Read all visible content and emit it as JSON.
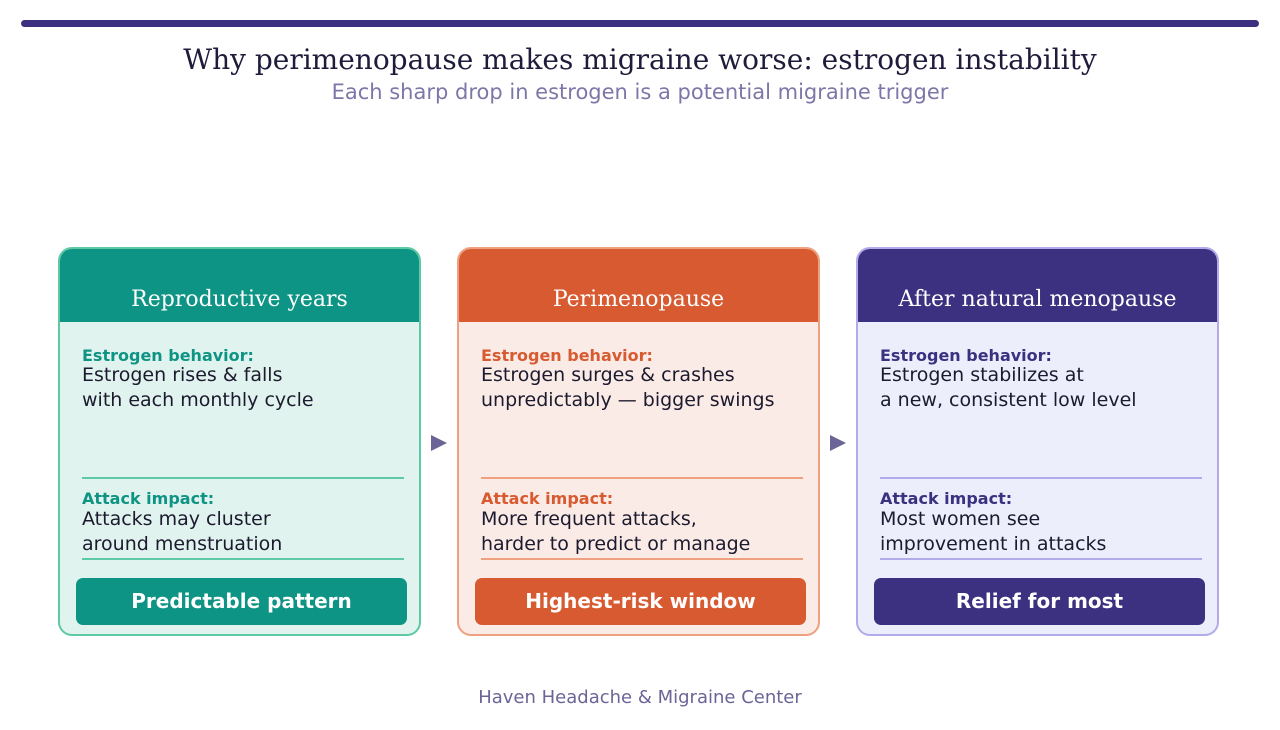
{
  "header": {
    "title": "Why perimenopause makes migraine worse: estrogen instability",
    "subtitle": "Each sharp drop in estrogen is a potential migraine trigger"
  },
  "colors": {
    "top_bar": "#3c3080",
    "arrow": "#6a6596"
  },
  "stages": [
    {
      "title": "Reproductive years",
      "estrogen_label": "Estrogen behavior:",
      "estrogen_text": "Estrogen rises & falls\nwith each monthly cycle",
      "impact_label": "Attack impact:",
      "impact_text": "Attacks may cluster\naround menstruation",
      "badge": "Predictable pattern",
      "colors": {
        "accent": "#0e9484",
        "background": "#e1f3ee",
        "border": "#5ec9a5",
        "divider": "#5ec9a5"
      }
    },
    {
      "title": "Perimenopause",
      "estrogen_label": "Estrogen behavior:",
      "estrogen_text": "Estrogen surges & crashes\nunpredictably — bigger swings",
      "impact_label": "Attack impact:",
      "impact_text": "More frequent attacks,\nharder to predict or manage",
      "badge": "Highest-risk window",
      "colors": {
        "accent": "#d75a30",
        "background": "#fbebe6",
        "border": "#eea07f",
        "divider": "#eea07f"
      }
    },
    {
      "title": "After natural menopause",
      "estrogen_label": "Estrogen behavior:",
      "estrogen_text": "Estrogen stabilizes at\na new, consistent low level",
      "impact_label": "Attack impact:",
      "impact_text": "Most women see\nimprovement in attacks",
      "badge": "Relief for most",
      "colors": {
        "accent": "#3c3080",
        "background": "#eceefc",
        "border": "#b3aaea",
        "divider": "#b3aaea"
      }
    }
  ],
  "footer": {
    "text": "Haven Headache & Migraine Center"
  }
}
